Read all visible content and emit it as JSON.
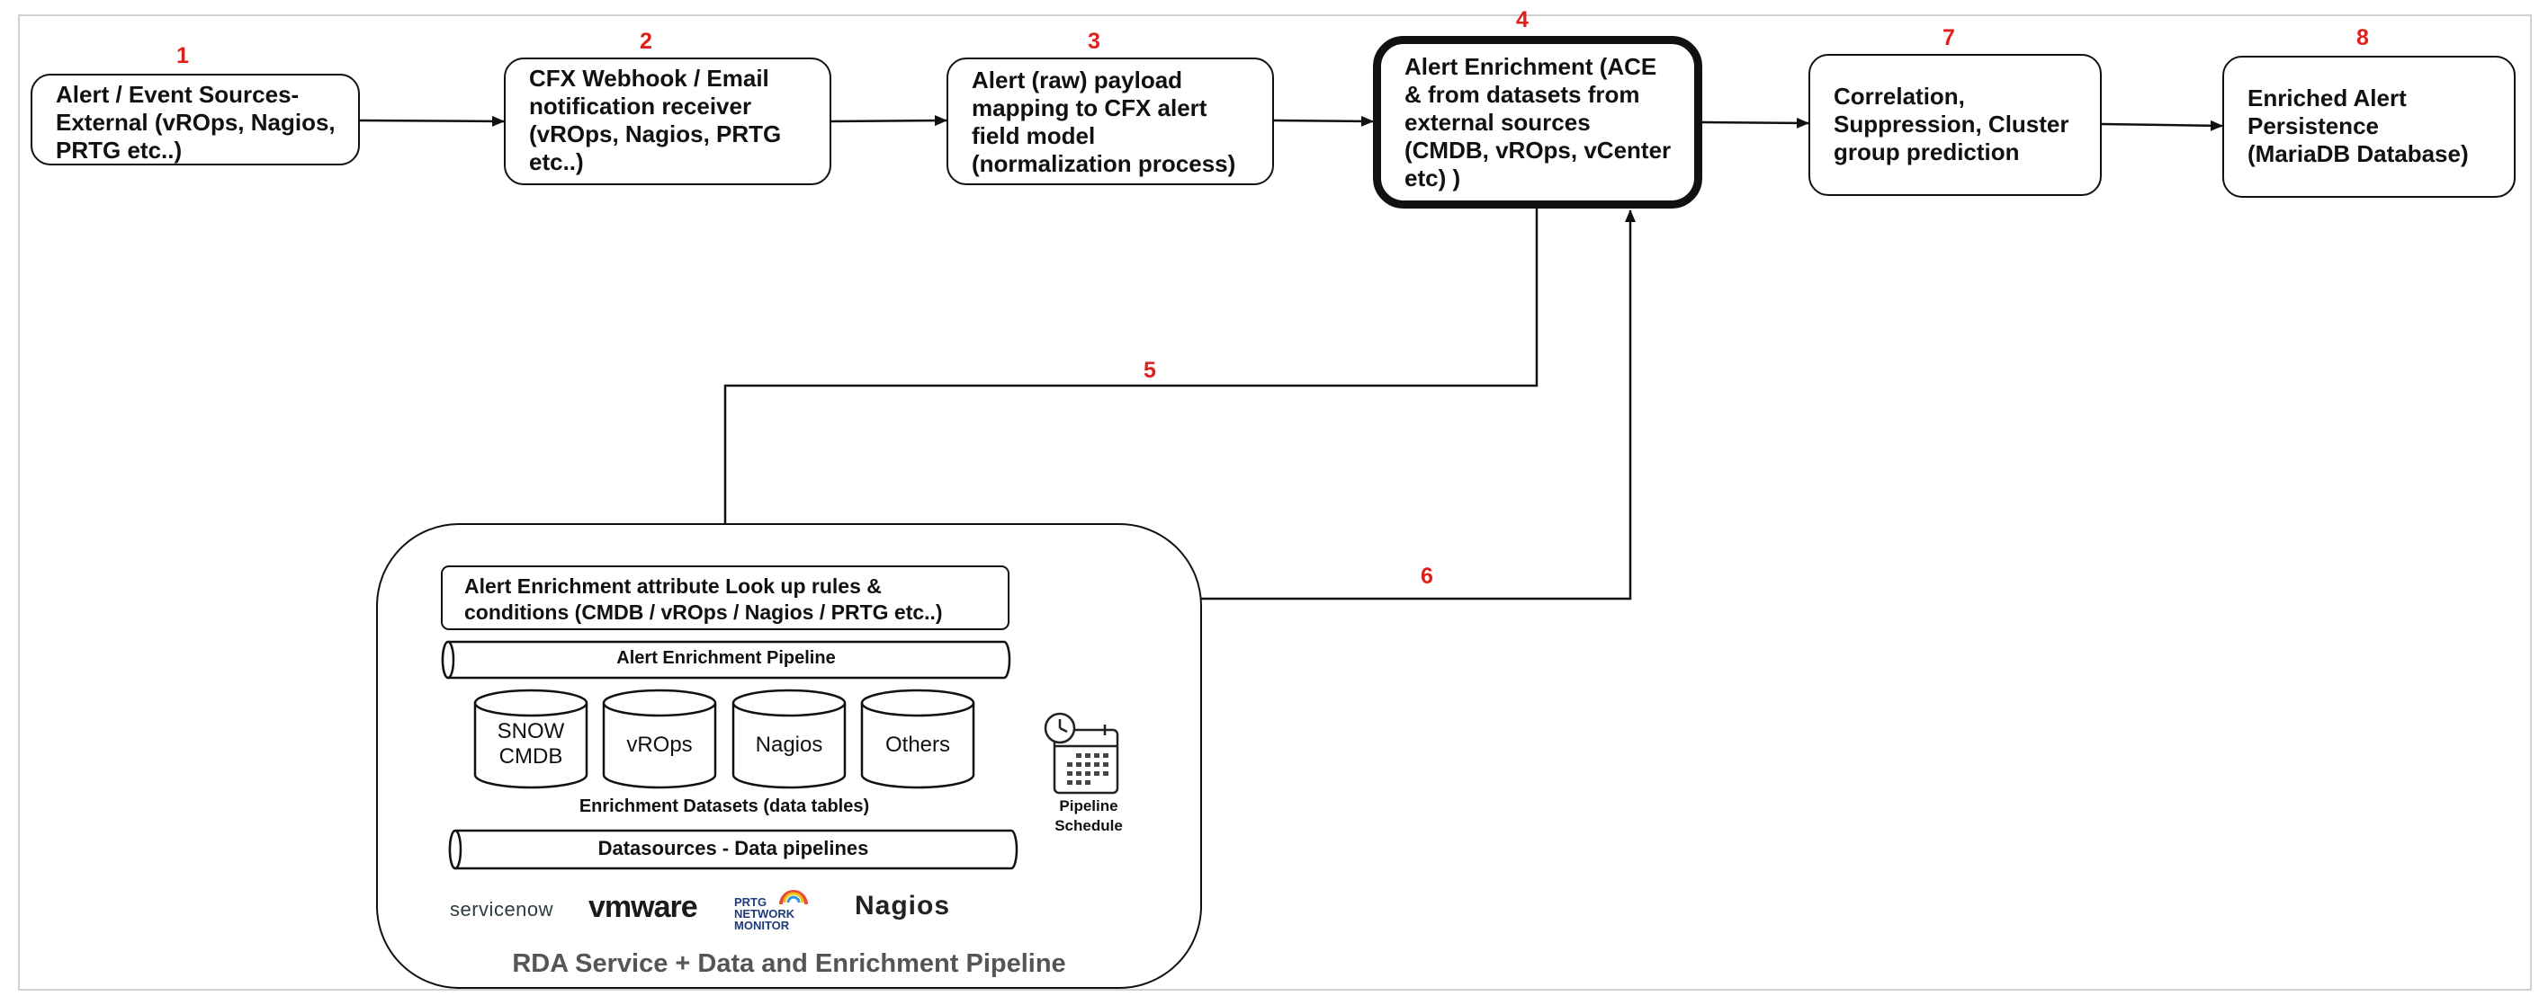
{
  "steps": [
    {
      "num": "1",
      "text": "Alert / Event Sources-\nExternal (vROps, Nagios,\nPRTG etc..)"
    },
    {
      "num": "2",
      "text": "CFX Webhook / Email\nnotification receiver\n(vROps, Nagios, PRTG\netc..)"
    },
    {
      "num": "3",
      "text": "Alert (raw) payload\nmapping to CFX alert\nfield model\n(normalization process)"
    },
    {
      "num": "4",
      "text": "Alert Enrichment (ACE\n& from datasets from\nexternal sources\n(CMDB, vROps, vCenter\netc) )"
    },
    {
      "num": "7",
      "text": "Correlation,\nSuppression, Cluster\ngroup prediction"
    },
    {
      "num": "8",
      "text": "Enriched Alert\nPersistence\n(MariaDB Database)"
    }
  ],
  "edge_labels": {
    "five": "5",
    "six": "6"
  },
  "rda": {
    "lookup": "Alert Enrichment attribute Look up rules &\nconditions (CMDB / vROps / Nagios / PRTG etc..)",
    "enrichment_pipeline": "Alert Enrichment Pipeline",
    "datasets": [
      "SNOW\nCMDB",
      "vROps",
      "Nagios",
      "Others"
    ],
    "datasets_caption": "Enrichment Datasets (data tables)",
    "datasources_pipeline": "Datasources - Data pipelines",
    "schedule_label": "Pipeline\nSchedule",
    "logos": {
      "servicenow": "servicenow",
      "vmware": "vmware",
      "prtg": "PRTG\nNETWORK\nMONITOR",
      "nagios": "Nagios"
    },
    "title": "RDA Service + Data and Enrichment Pipeline"
  },
  "colors": {
    "step_number": "#e0201c",
    "line": "#111111",
    "rda_title": "#555555"
  }
}
